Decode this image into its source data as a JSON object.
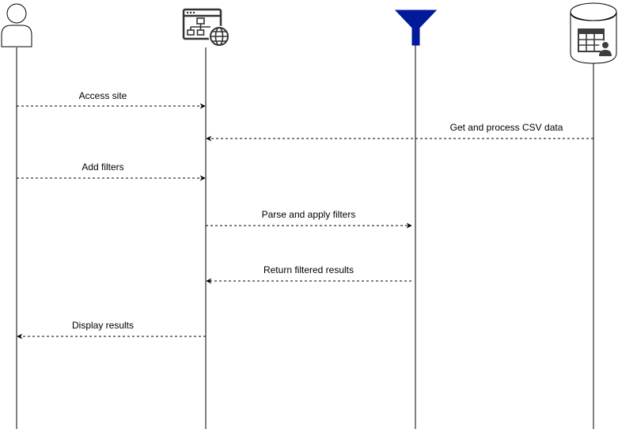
{
  "colors": {
    "line": "#000000",
    "funnel": "#001a99",
    "icon_stroke": "#333333",
    "icon_fill": "#ffffff",
    "icon_dark": "#3d3d3d"
  },
  "participants": [
    {
      "id": "user",
      "icon": "user-icon"
    },
    {
      "id": "website",
      "icon": "website-sitemap-icon"
    },
    {
      "id": "filter",
      "icon": "funnel-icon"
    },
    {
      "id": "database",
      "icon": "database-table-user-icon"
    }
  ],
  "messages": [
    {
      "id": "access-site",
      "label": "Access site",
      "from": "user",
      "to": "website"
    },
    {
      "id": "get-process-csv",
      "label": "Get and process CSV data",
      "from": "database",
      "to": "website"
    },
    {
      "id": "add-filters",
      "label": "Add filters",
      "from": "user",
      "to": "website"
    },
    {
      "id": "parse-apply-filters",
      "label": "Parse and apply filters",
      "from": "website",
      "to": "filter"
    },
    {
      "id": "return-filtered-results",
      "label": "Return filtered results",
      "from": "filter",
      "to": "website"
    },
    {
      "id": "display-results",
      "label": "Display results",
      "from": "website",
      "to": "user"
    }
  ]
}
